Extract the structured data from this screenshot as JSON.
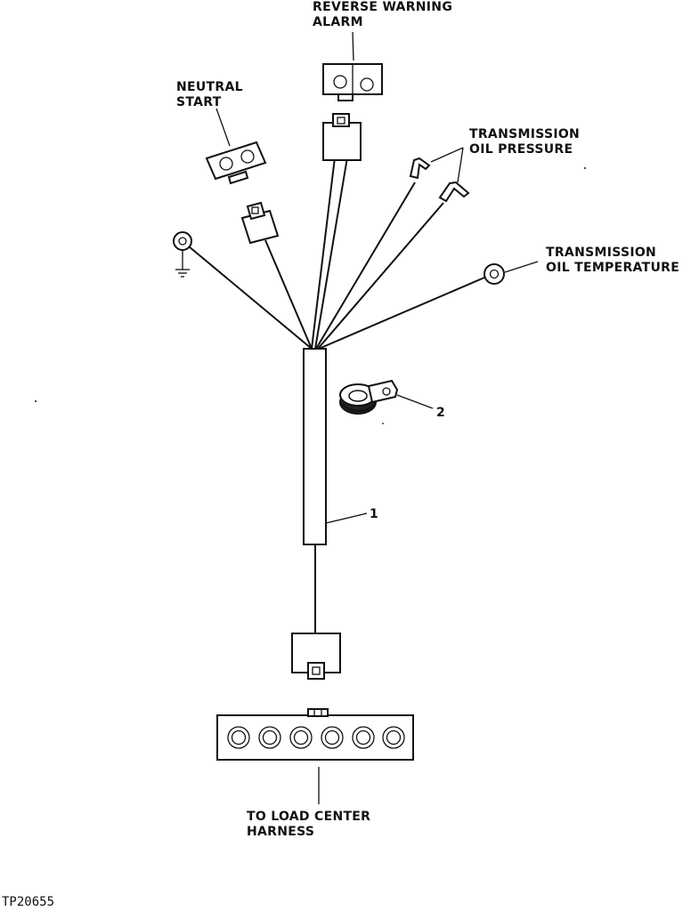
{
  "labels": {
    "reverse_warning_alarm": [
      "REVERSE WARNING",
      "ALARM"
    ],
    "neutral_start": [
      "NEUTRAL",
      "START"
    ],
    "transmission_oil_pressure": [
      "TRANSMISSION",
      "OIL PRESSURE"
    ],
    "transmission_oil_temperature": [
      "TRANSMISSION",
      "OIL TEMPERATURE"
    ],
    "to_load_center_harness": [
      "TO LOAD CENTER",
      "HARNESS"
    ]
  },
  "callouts": {
    "harness": "1",
    "clamp": "2"
  },
  "figure_id": "TP20655"
}
